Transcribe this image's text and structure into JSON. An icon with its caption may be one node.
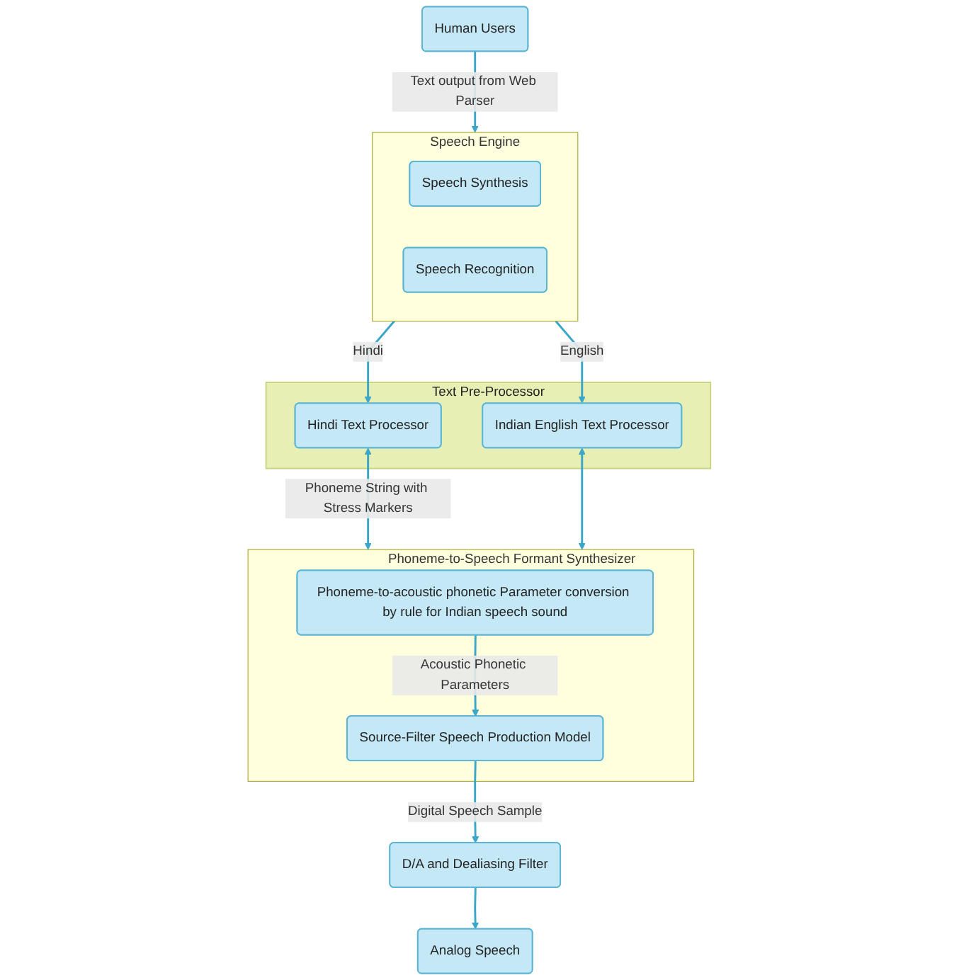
{
  "diagram": {
    "nodes": [
      {
        "text": [
          "Human Users"
        ]
      },
      {
        "text": [
          "Speech Engine"
        ]
      },
      {
        "text": [
          "Speech Synthesis"
        ],
        "in": 1
      },
      {
        "text": [
          "Speech Recognition"
        ],
        "in": 1
      },
      {
        "text": [
          "Text Pre-Processor"
        ]
      },
      {
        "text": [
          "Hindi Text Processor"
        ],
        "in": 4
      },
      {
        "text": [
          "Indian English Text Processor"
        ],
        "in": 4
      },
      {
        "text": [
          "Phoneme-to-Speech Formant Synthesizer"
        ]
      },
      {
        "text": [
          "Phoneme-to-acoustic phonetic Parameter conversion by rule for Indian speech sound"
        ],
        "in": 7
      },
      {
        "text": [
          "Source-Filter Speech Production Model"
        ],
        "in": 7
      },
      {
        "text": [
          "D/A and Dealiasing Filter"
        ]
      },
      {
        "text": [
          "Analog Speech"
        ]
      }
    ],
    "edges": [
      {
        "from": 0,
        "to": 1,
        "arrow": "to",
        "label": "Text output from Web Parser"
      },
      {
        "from": 1,
        "to": 5,
        "arrow": "to",
        "label": "Hindi"
      },
      {
        "from": 1,
        "to": 6,
        "arrow": "to",
        "label": "English"
      },
      {
        "from": 5,
        "to": 7,
        "arrow": "both",
        "label": "Phoneme String with Stress Markers"
      },
      {
        "from": 6,
        "to": 7,
        "arrow": "both"
      },
      {
        "from": 8,
        "to": 9,
        "arrow": "to",
        "label": "Acoustic Phonetic Parameters"
      },
      {
        "from": 9,
        "to": 10,
        "arrow": "to",
        "label": "Digital Speech Sample"
      },
      {
        "from": 10,
        "to": 11,
        "arrow": "to"
      }
    ]
  }
}
